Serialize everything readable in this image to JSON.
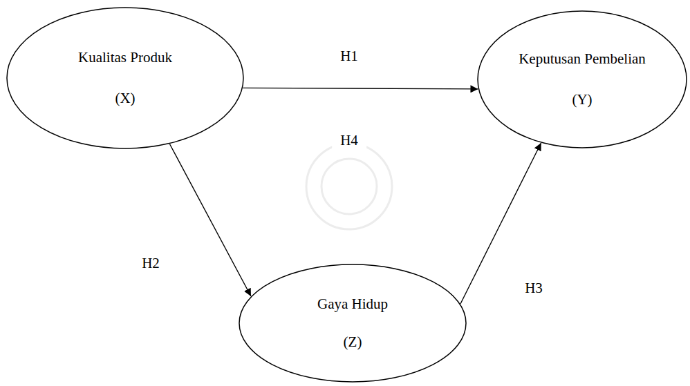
{
  "diagram": {
    "nodes": [
      {
        "text": [
          "Kualitas Produk",
          "(X)"
        ]
      },
      {
        "text": [
          "Keputusan Pembelian",
          "(Y)"
        ]
      },
      {
        "text": [
          "Gaya Hidup",
          "(Z)"
        ]
      }
    ],
    "edges": [
      {
        "from": 0,
        "to": 1,
        "arrow": "to",
        "label": "H1"
      },
      {
        "from": 0,
        "to": 2,
        "arrow": "to",
        "label": "H2"
      },
      {
        "from": 2,
        "to": 1,
        "arrow": "to",
        "label": "H3"
      }
    ],
    "labels": [
      "H4"
    ]
  }
}
